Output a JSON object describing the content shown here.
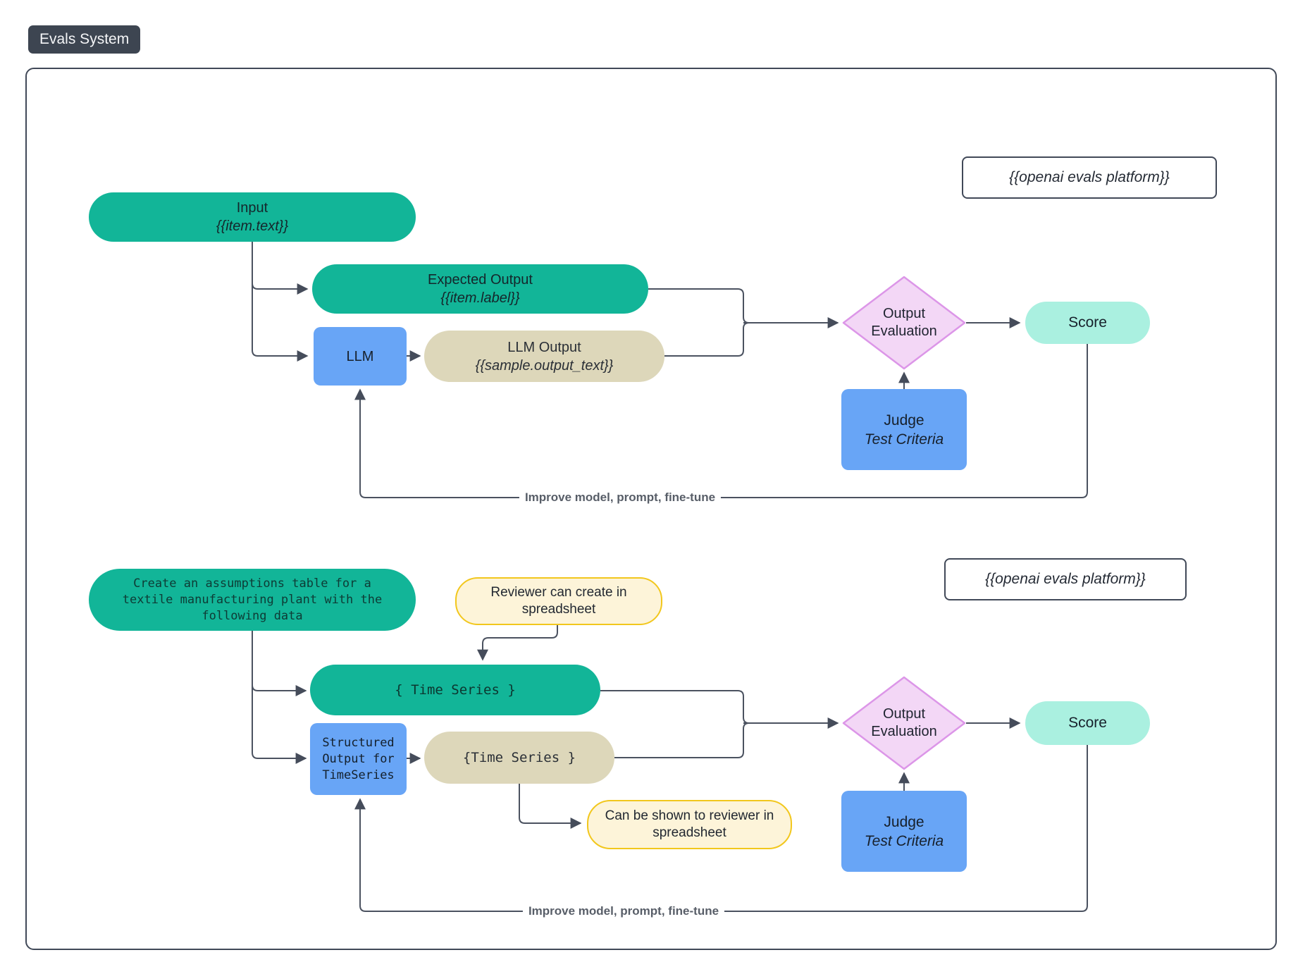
{
  "page": {
    "title_badge": "Evals System"
  },
  "colors": {
    "teal_node": "#12b598",
    "blue_node": "#68a5f6",
    "beige_node": "#ddd7ba",
    "mint_node": "#aaf0e0",
    "diamond_fill": "#f3d7f6",
    "diamond_border": "#dc96e8",
    "note_fill": "#fdf4d9",
    "note_border": "#f2c71d",
    "badge_bg": "#3d4551",
    "frame_border": "#414958",
    "arrow": "#4b5260"
  },
  "diagrams": {
    "top": {
      "platform_note": "{{openai evals platform}}",
      "input": {
        "line1": "Input",
        "line2": "{{item.text}}"
      },
      "expected_output": {
        "line1": "Expected Output",
        "line2": "{{item.label}}"
      },
      "llm": {
        "label": "LLM"
      },
      "llm_output": {
        "line1": "LLM Output",
        "line2": "{{sample.output_text}}"
      },
      "evaluation": {
        "line1": "Output",
        "line2": "Evaluation"
      },
      "score": {
        "label": "Score"
      },
      "judge": {
        "line1": "Judge",
        "line2": "Test Criteria"
      },
      "loop_label": "Improve model, prompt, fine-tune"
    },
    "bottom": {
      "platform_note": "{{openai evals platform}}",
      "prompt": {
        "line1": "Create an assumptions table for a",
        "line2": "textile manufacturing plant with the",
        "line3": "following data"
      },
      "reviewer_note": {
        "line1": "Reviewer can create in",
        "line2": "spreadsheet"
      },
      "time_series": {
        "label": "{ Time Series }"
      },
      "structured_output": {
        "line1": "Structured",
        "line2": "Output for",
        "line3": "TimeSeries"
      },
      "ts_output": {
        "label": "{Time Series }"
      },
      "shown_note": {
        "line1": "Can be shown to reviewer in",
        "line2": "spreadsheet"
      },
      "evaluation": {
        "line1": "Output",
        "line2": "Evaluation"
      },
      "score": {
        "label": "Score"
      },
      "judge": {
        "line1": "Judge",
        "line2": "Test Criteria"
      },
      "loop_label": "Improve model, prompt, fine-tune"
    }
  }
}
